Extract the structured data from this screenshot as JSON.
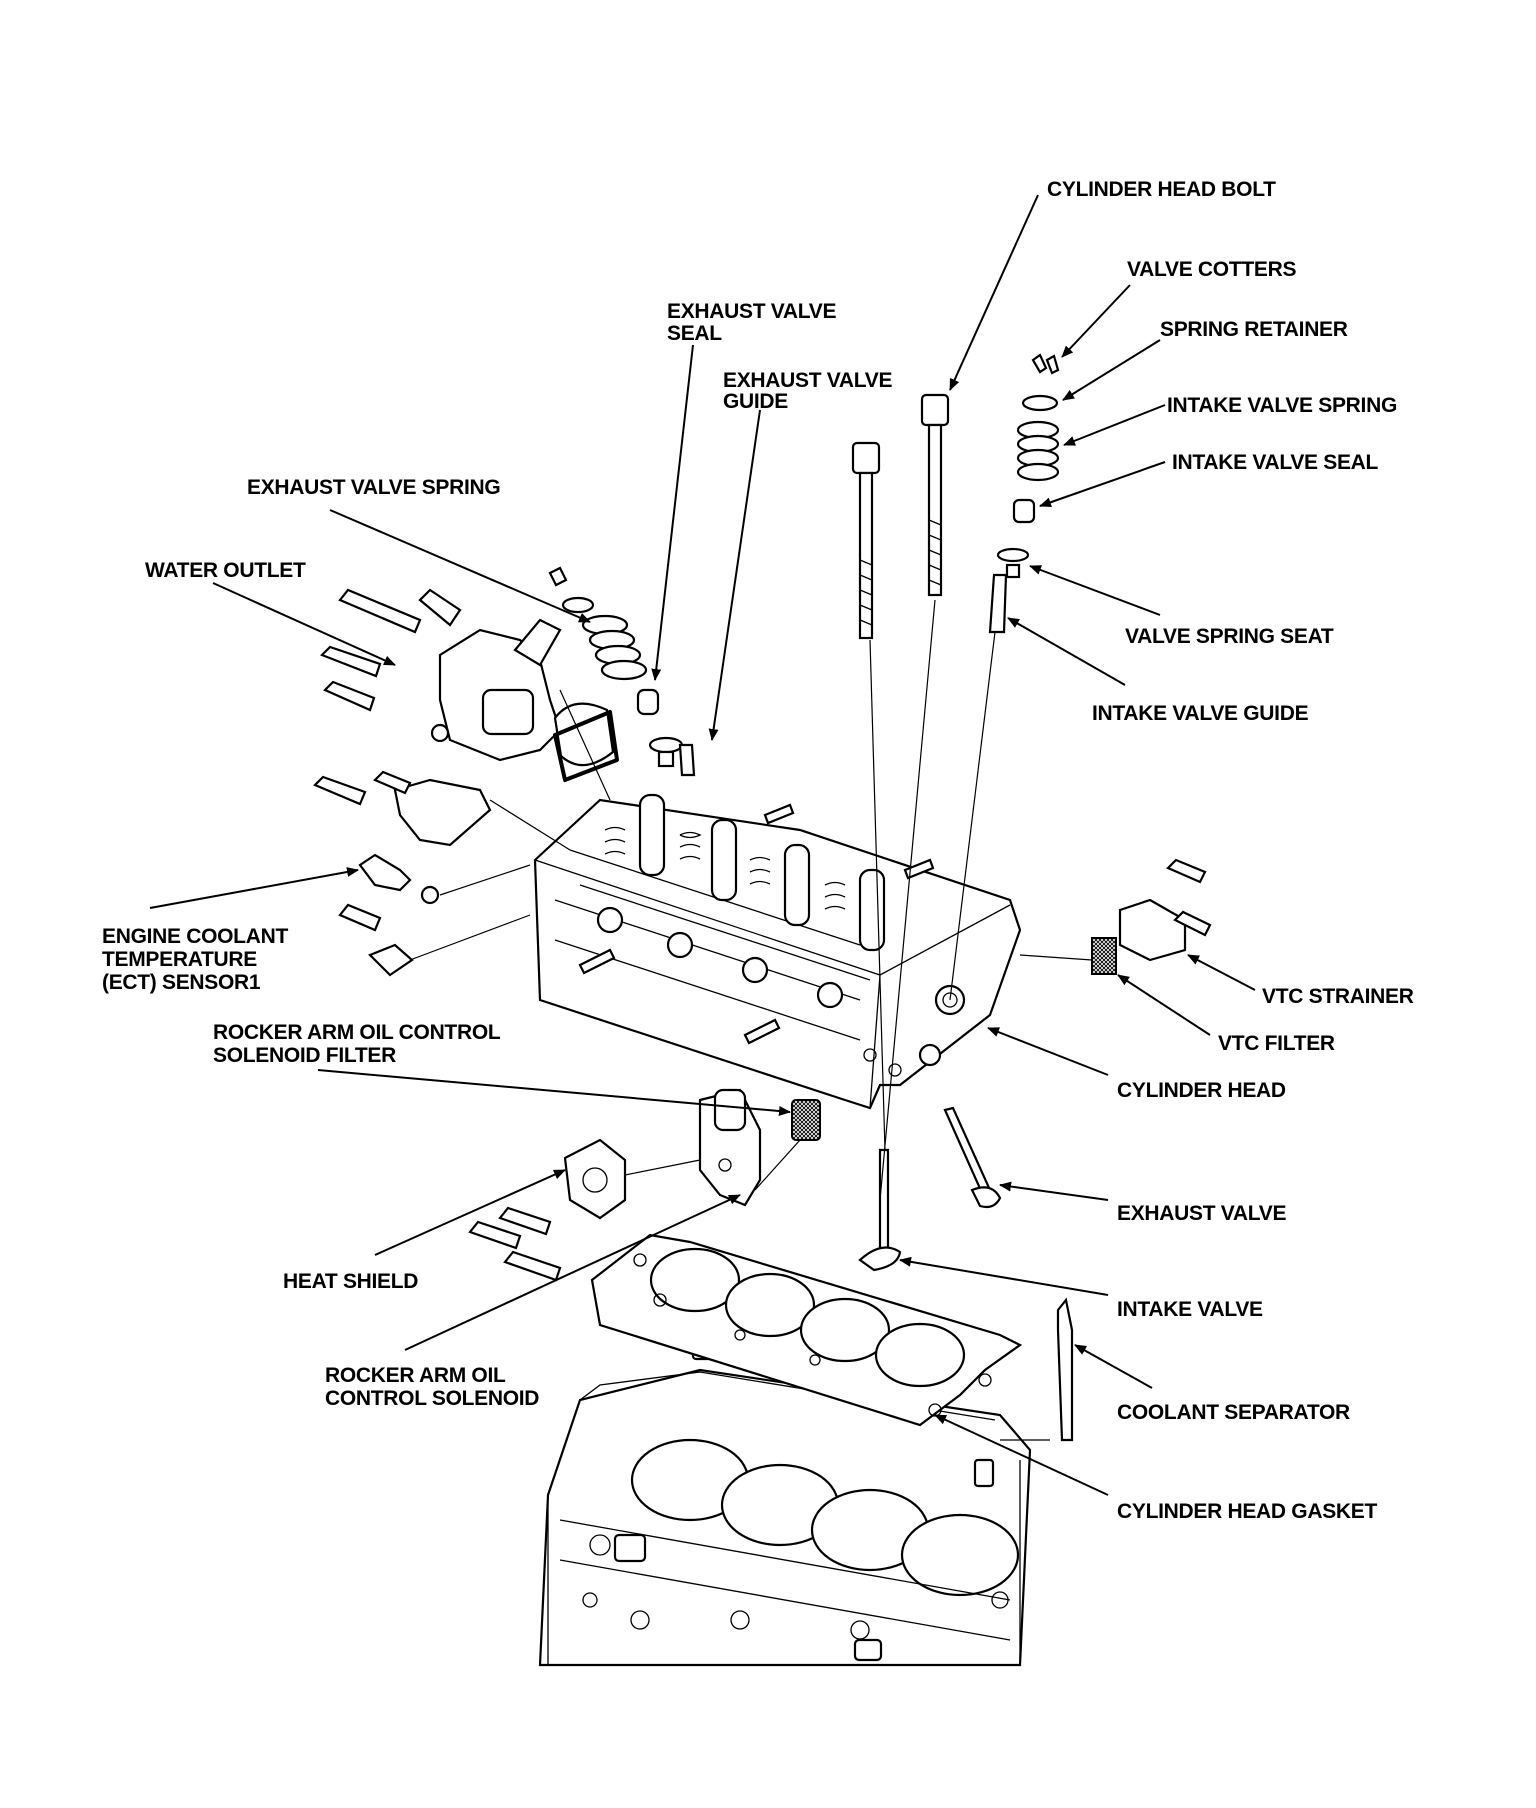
{
  "colors": {
    "ink": "#000000",
    "paper": "#ffffff"
  },
  "labels": {
    "cylinder_head_bolt": "CYLINDER HEAD BOLT",
    "valve_cotters": "VALVE COTTERS",
    "spring_retainer": "SPRING RETAINER",
    "intake_valve_spring": "INTAKE VALVE SPRING",
    "intake_valve_seal": "INTAKE VALVE SEAL",
    "valve_spring_seat": "VALVE SPRING SEAT",
    "intake_valve_guide": "INTAKE VALVE GUIDE",
    "exhaust_valve_seal": [
      "EXHAUST VALVE",
      "SEAL"
    ],
    "exhaust_valve_guide": [
      "EXHAUST VALVE",
      "GUIDE"
    ],
    "exhaust_valve_spring": "EXHAUST VALVE SPRING",
    "water_outlet": "WATER OUTLET",
    "ect_sensor": [
      "ENGINE COOLANT",
      "TEMPERATURE",
      "(ECT) SENSOR1"
    ],
    "vtc_strainer": "VTC STRAINER",
    "vtc_filter": "VTC FILTER",
    "cylinder_head": "CYLINDER HEAD",
    "rocker_filter": [
      "ROCKER ARM OIL CONTROL",
      "SOLENOID FILTER"
    ],
    "exhaust_valve": "EXHAUST VALVE",
    "heat_shield": "HEAT SHIELD",
    "intake_valve": "INTAKE VALVE",
    "rocker_solenoid": [
      "ROCKER ARM OIL",
      "CONTROL SOLENOID"
    ],
    "coolant_separator": "COOLANT SEPARATOR",
    "cylinder_head_gasket": "CYLINDER HEAD GASKET"
  }
}
